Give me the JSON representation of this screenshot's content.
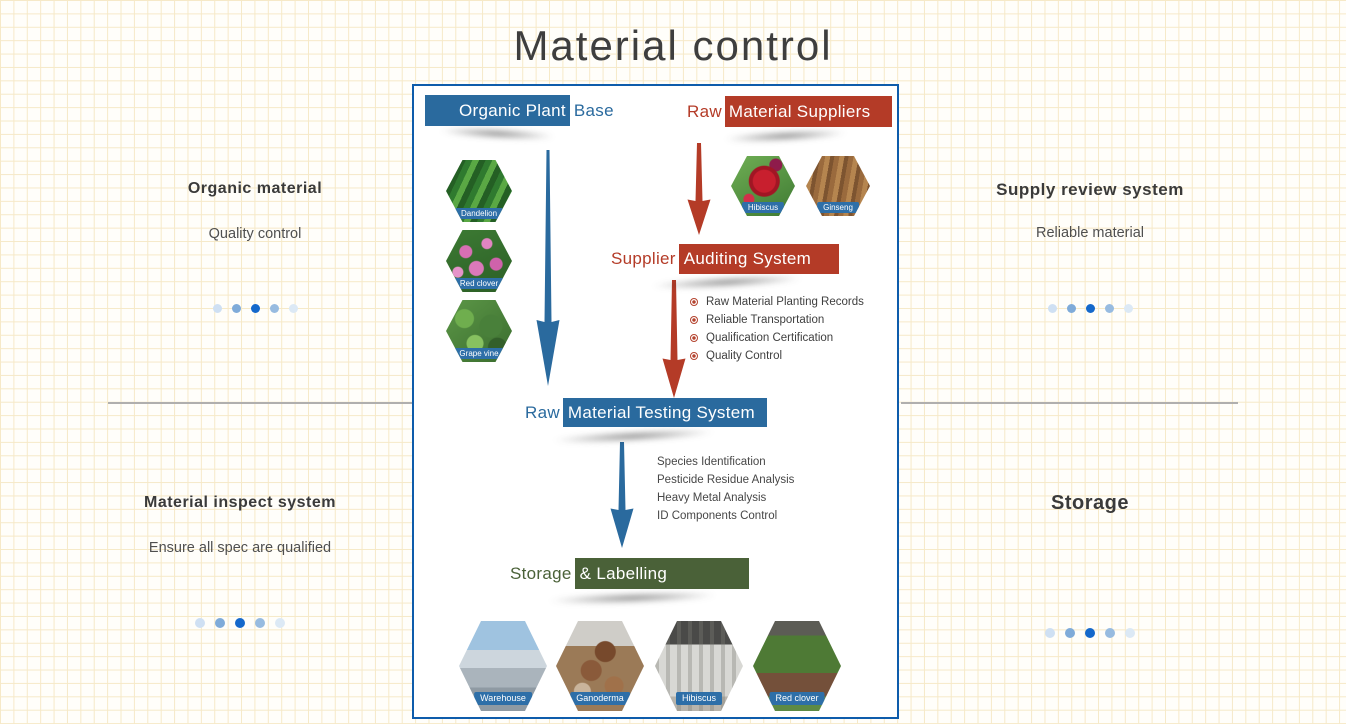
{
  "title": "Material control",
  "colors": {
    "accent_blue": "#2a6a9e",
    "accent_red": "#b43b27",
    "accent_green": "#4a6138",
    "panel_border": "#0e5cab",
    "grid_line": "#f6e9c8",
    "dot_active": "#1468cb",
    "dot_inactive_light": "#cfe0f3",
    "dot_inactive_mid": "#7fabd9"
  },
  "sections": {
    "top_left": {
      "heading": "Organic material",
      "subtext": "Quality control"
    },
    "top_right": {
      "heading": "Supply review system",
      "subtext": "Reliable material"
    },
    "bottom_left": {
      "heading": "Material inspect system",
      "subtext": "Ensure all spec are qualified"
    },
    "bottom_right": {
      "heading": "Storage"
    }
  },
  "flow": {
    "organic_banner": {
      "highlight": "Organic Plant",
      "tail": "Base"
    },
    "suppliers_banner": {
      "head": "Raw",
      "highlight": "Material Suppliers"
    },
    "audit_banner": {
      "head": "Supplier",
      "highlight": "Auditing System"
    },
    "testing_banner": {
      "head": "Raw",
      "highlight": "Material Testing System"
    },
    "storage_banner": {
      "head": "Storage",
      "highlight": "& Labelling"
    },
    "left_hexes": [
      {
        "label": "Dandelion"
      },
      {
        "label": "Red clover"
      },
      {
        "label": "Grape vine"
      }
    ],
    "supplier_hexes": [
      {
        "label": "Hibiscus"
      },
      {
        "label": "Ginseng"
      }
    ],
    "audit_items": [
      "Raw Material Planting Records",
      "Reliable Transportation",
      "Qualification Certification",
      "Quality Control"
    ],
    "testing_items": [
      "Species Identification",
      "Pesticide Residue Analysis",
      "Heavy Metal Analysis",
      "ID Components Control"
    ],
    "storage_hexes": [
      {
        "label": "Warehouse"
      },
      {
        "label": "Ganoderma"
      },
      {
        "label": "Hibiscus"
      },
      {
        "label": "Red clover"
      }
    ]
  }
}
